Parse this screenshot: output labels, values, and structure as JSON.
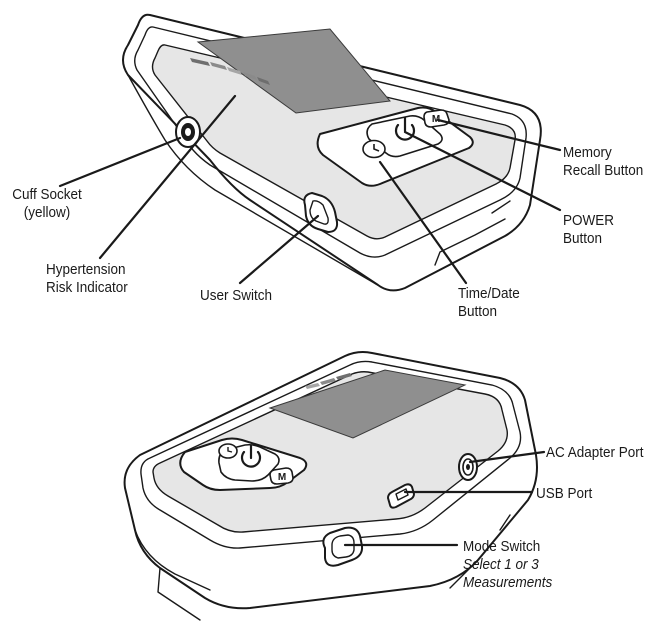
{
  "top_view": {
    "labels": {
      "cuff_socket": [
        "Cuff Socket",
        "(yellow)"
      ],
      "hypertension": [
        "Hypertension",
        "Risk Indicator"
      ],
      "user_switch": "User Switch",
      "time_date": [
        "Time/Date",
        "Button"
      ],
      "power": [
        "POWER",
        "Button"
      ],
      "memory": [
        "Memory",
        "Recall Button"
      ]
    },
    "icons": {
      "power": "power-icon",
      "clock": "clock-icon",
      "memory": "M"
    }
  },
  "bottom_view": {
    "labels": {
      "ac_adapter": "AC Adapter Port",
      "usb": "USB Port",
      "mode_switch": "Mode Switch",
      "mode_note": [
        "Select 1 or 3",
        "Measurements"
      ]
    },
    "icons": {
      "power": "power-icon",
      "clock": "clock-icon",
      "memory": "M"
    }
  },
  "colors": {
    "line": "#1a1a1a",
    "panel": "#e6e6e6",
    "screen": "#8f8f8f",
    "indicator": "#777777"
  }
}
